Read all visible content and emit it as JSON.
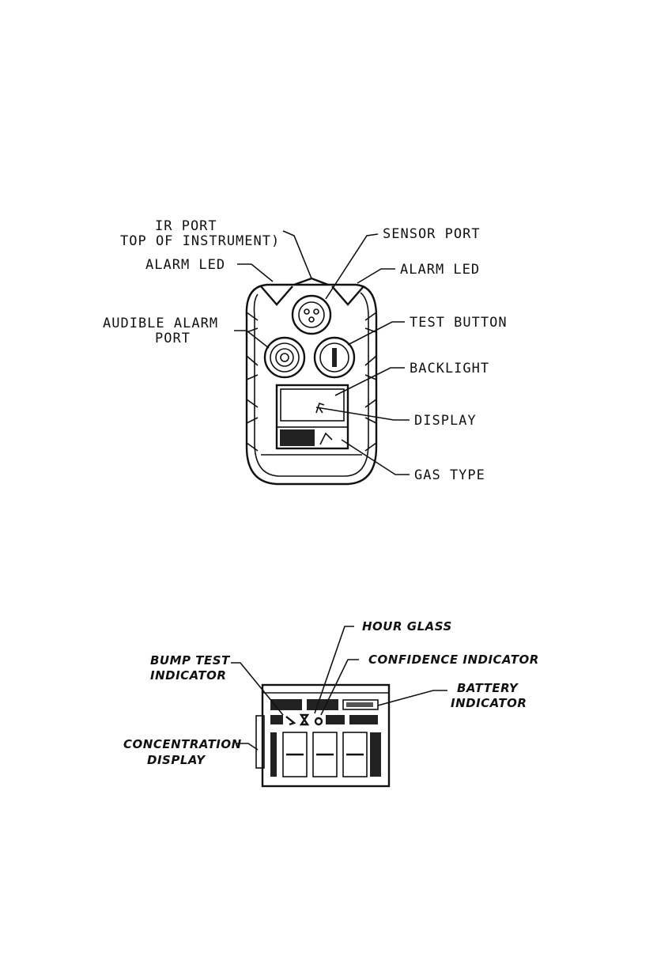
{
  "device_labels": {
    "ir_port_line1": "IR PORT",
    "ir_port_line2": "TOP OF INSTRUMENT)",
    "alarm_led_left": "ALARM LED",
    "sensor_port": "SENSOR PORT",
    "alarm_led_right": "ALARM LED",
    "audible_alarm_line1": "AUDIBLE ALARM",
    "audible_alarm_line2": "PORT",
    "test_button": "TEST BUTTON",
    "backlight": "BACKLIGHT",
    "display": "DISPLAY",
    "gas_type": "GAS TYPE"
  },
  "lcd_labels": {
    "hour_glass": "HOUR GLASS",
    "bump_test_line1": "BUMP TEST",
    "bump_test_line2": "INDICATOR",
    "confidence_indicator": "CONFIDENCE INDICATOR",
    "battery_line1": "BATTERY",
    "battery_line2": "INDICATOR",
    "concentration_line1": "CONCENTRATION",
    "concentration_line2": "DISPLAY"
  }
}
